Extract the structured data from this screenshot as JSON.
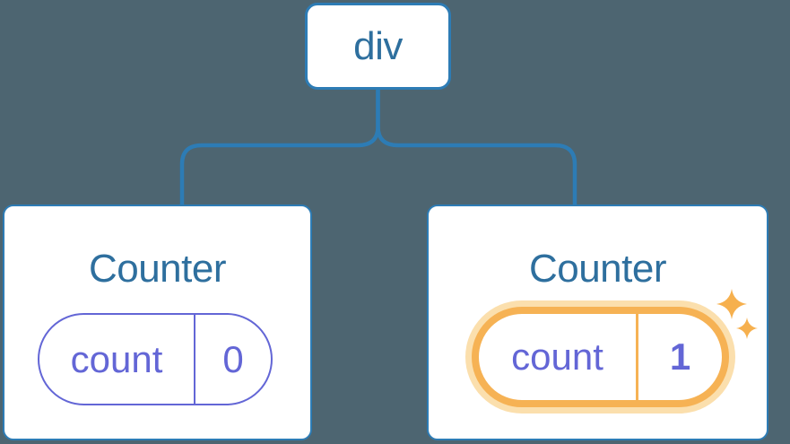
{
  "colors": {
    "background": "#4d6571",
    "line": "#2d7cb5",
    "node_background": "#ffffff",
    "title_text": "#2e6f9e",
    "state_purple": "#6366d6",
    "highlight_orange": "#f6b254",
    "highlight_glow": "#fbdfad",
    "sparkle": "#f6b04e"
  },
  "diagram": {
    "root_node": {
      "label": "div"
    },
    "children": [
      {
        "title": "Counter",
        "state": {
          "key": "count",
          "value": "0"
        },
        "highlighted": false
      },
      {
        "title": "Counter",
        "state": {
          "key": "count",
          "value": "1"
        },
        "highlighted": true
      }
    ]
  }
}
